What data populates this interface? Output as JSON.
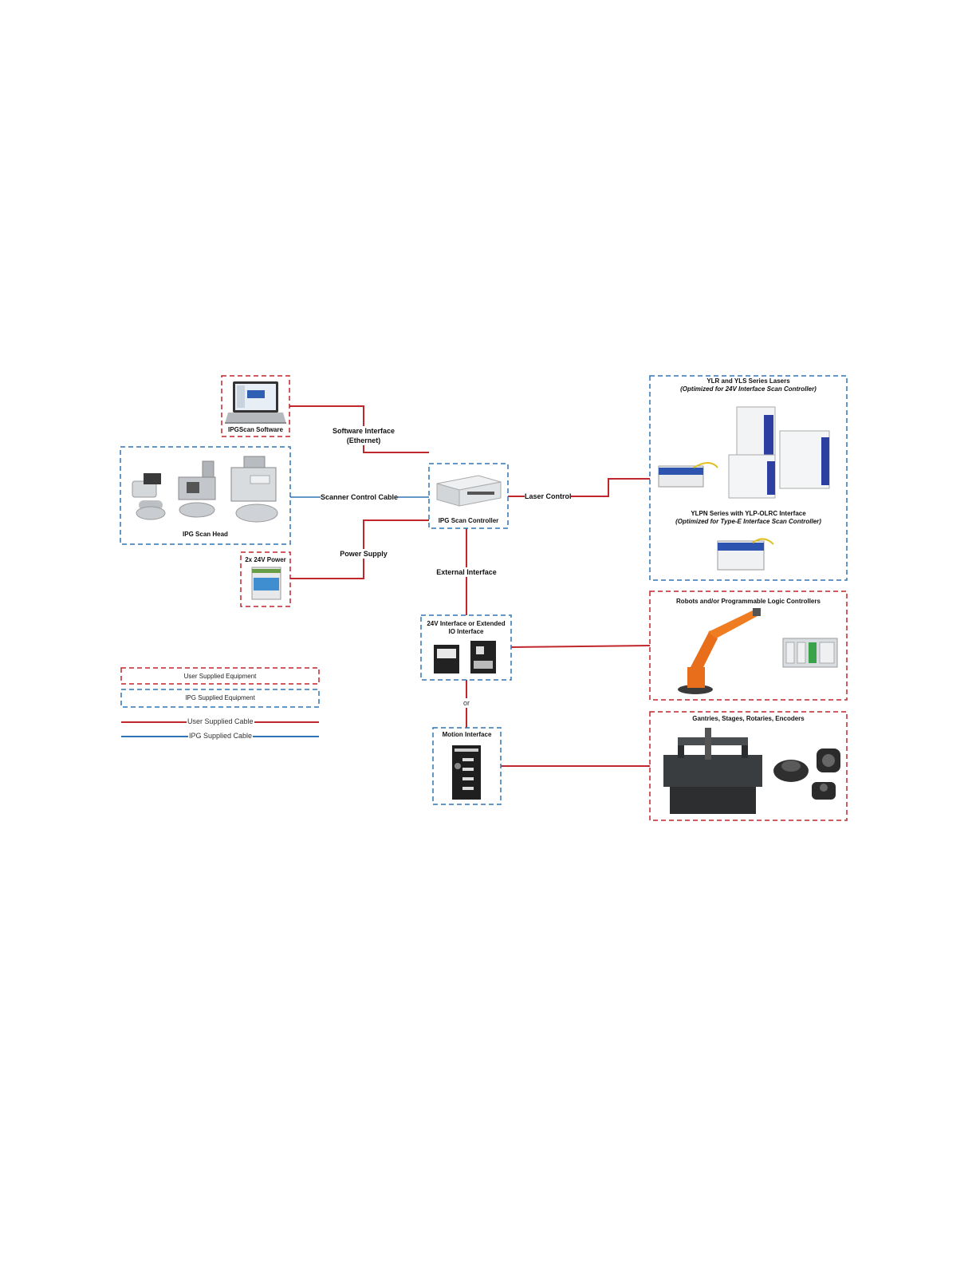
{
  "colors": {
    "user_supplied": "#c0272d",
    "ipg_supplied": "#2e75b6"
  },
  "nodes": {
    "software": "IPGScan Software",
    "scan_head": "IPG Scan Head",
    "power": "2x 24V Power",
    "controller": "IPG Scan Controller",
    "io_interface_line1": "24V Interface or Extended",
    "io_interface_line2": "IO Interface",
    "motion_interface": "Motion Interface",
    "lasers_title": "YLR and YLS Series Lasers",
    "lasers_subtitle": "(Optimized for 24V Interface Scan Controller)",
    "ylpn_title": "YLPN Series with YLP-OLRC Interface",
    "ylpn_subtitle": "(Optimized for Type-E Interface Scan Controller)",
    "robots": "Robots and/or Programmable Logic Controllers",
    "gantries": "Gantries, Stages, Rotaries, Encoders"
  },
  "connections": {
    "software_interface_line1": "Software Interface",
    "software_interface_line2": "(Ethernet)",
    "scanner_control": "Scanner Control Cable",
    "laser_control": "Laser Control",
    "power_supply": "Power Supply",
    "external_interface": "External Interface",
    "or": "or"
  },
  "legend": {
    "user_equipment": "User Supplied Equipment",
    "ipg_equipment": "IPG Supplied Equipment",
    "user_cable": "User Supplied Cable",
    "ipg_cable": "IPG Supplied Cable"
  }
}
